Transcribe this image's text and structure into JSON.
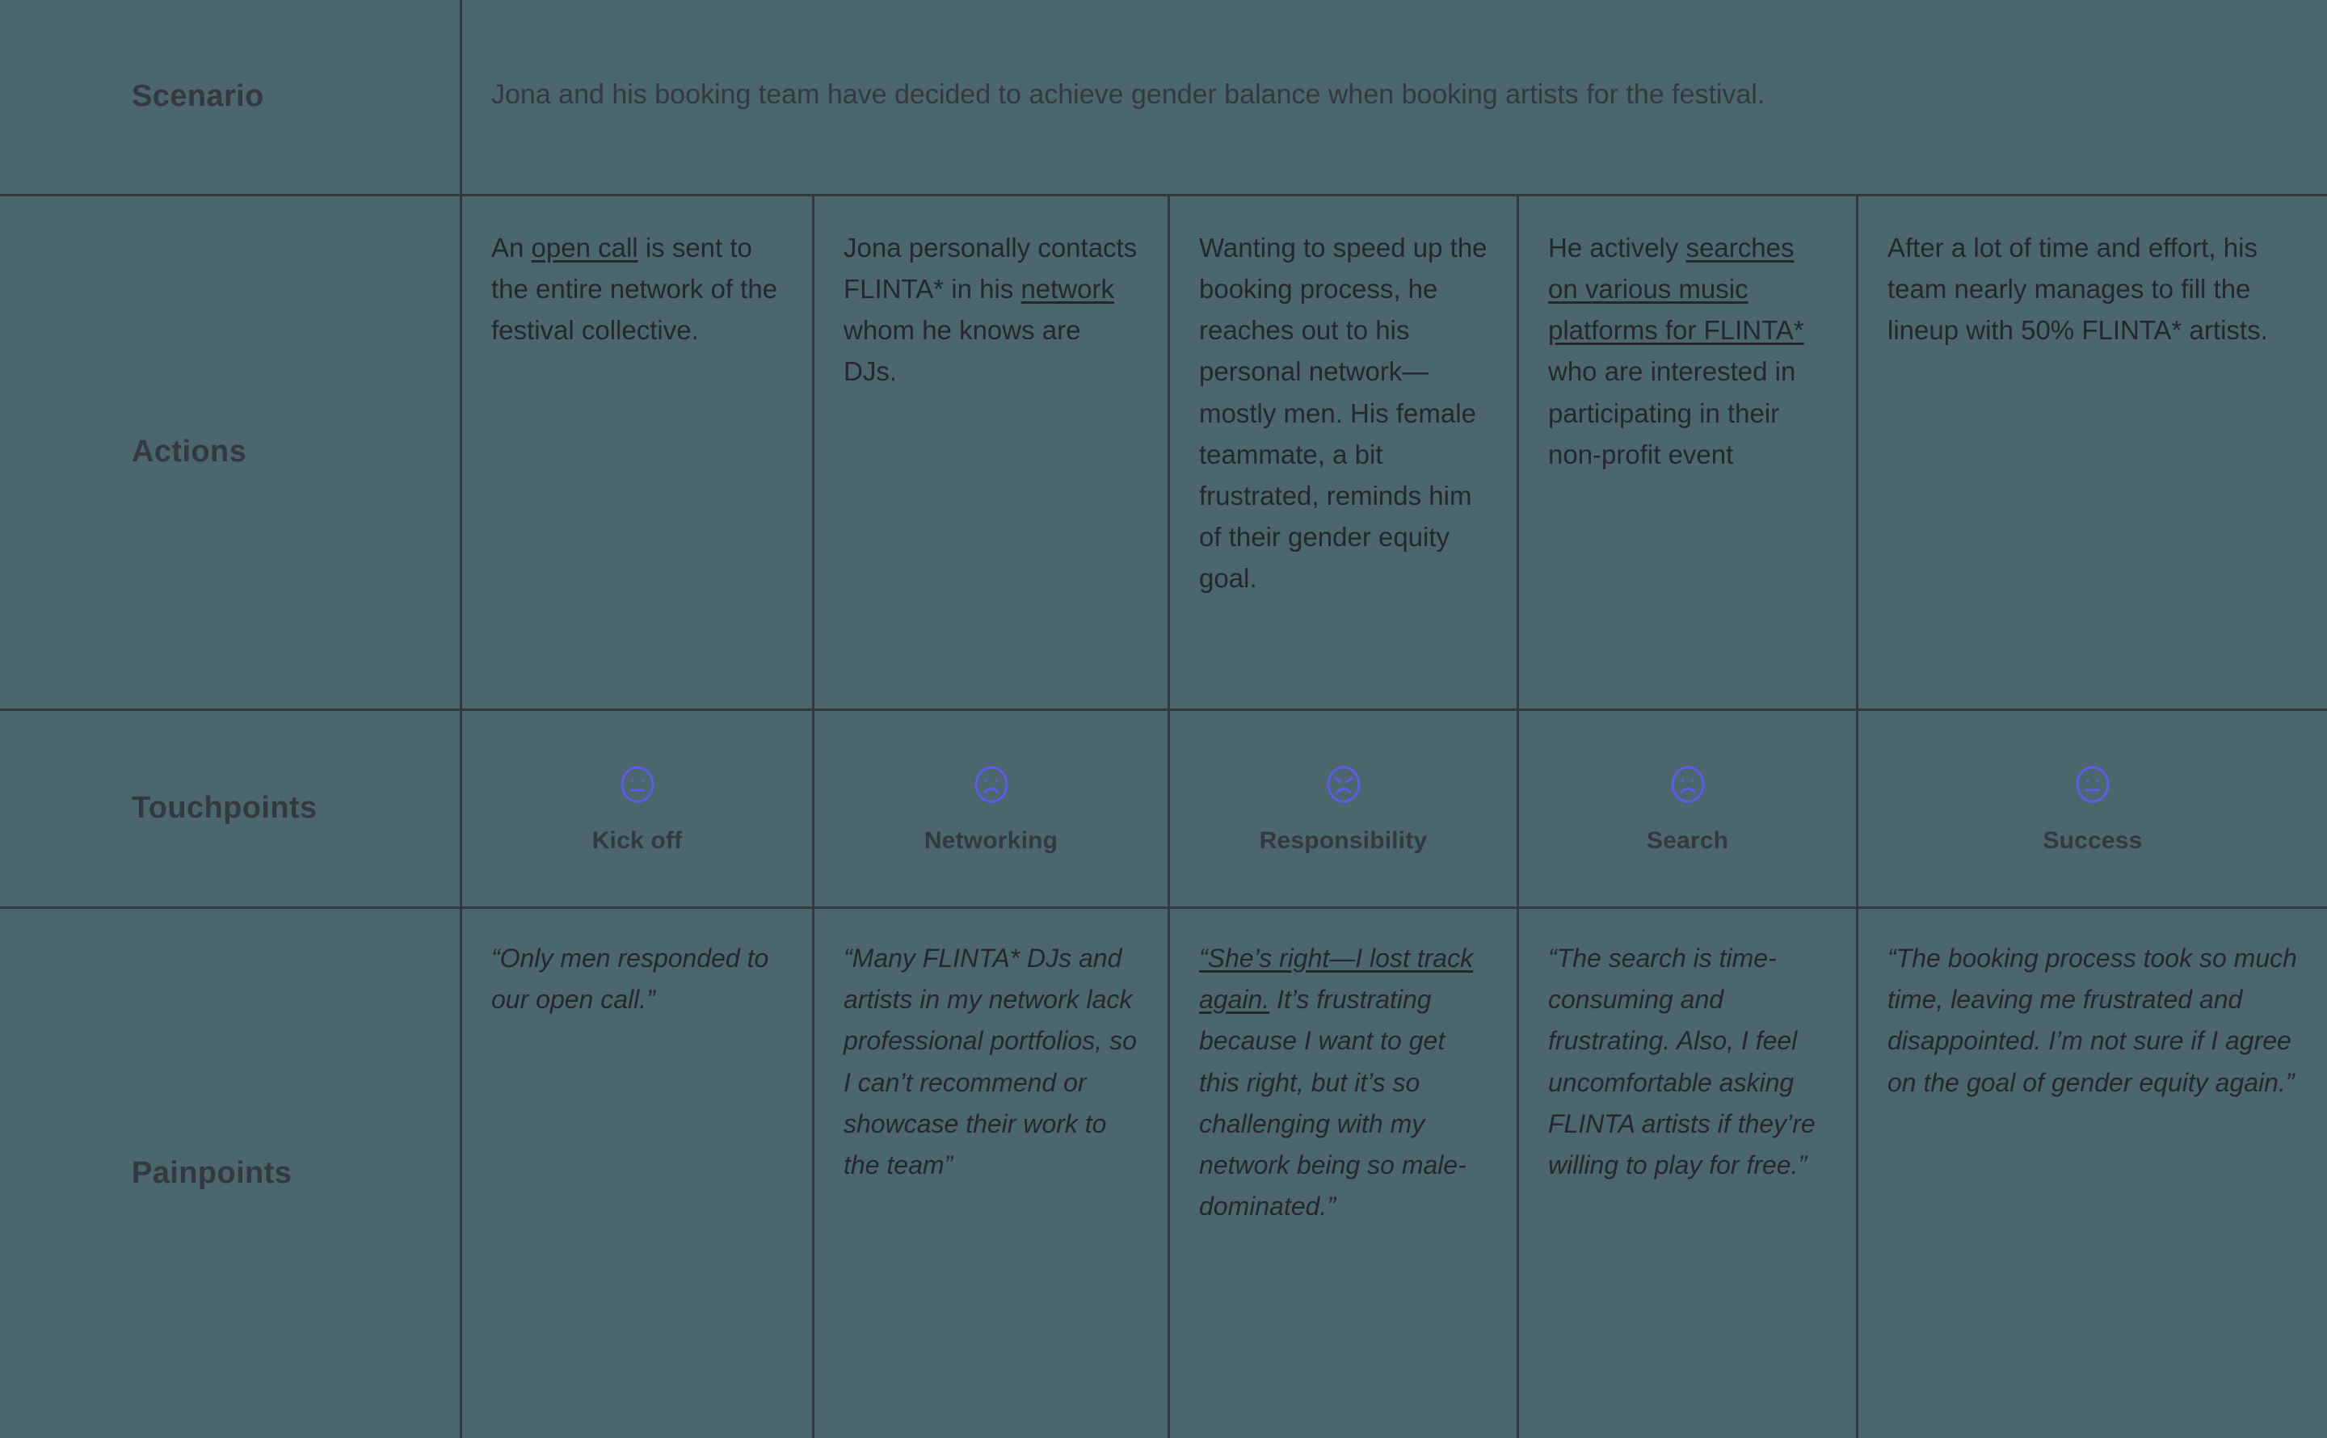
{
  "accent_color": "#5b5bf0",
  "background_color": "#4c666d",
  "border_color": "#323a40",
  "text_color": "#2e3338",
  "rows": {
    "scenario": {
      "label": "Scenario",
      "text": "Jona and his booking team have decided to achieve gender balance when booking artists for the festival."
    },
    "actions": {
      "label": "Actions",
      "cells": [
        {
          "pre": "An ",
          "underlined": "open call",
          "post": " is sent to the entire network of the festival collective.",
          "full": "An open call is sent to the entire network of the festival collective."
        },
        {
          "pre": "Jona personally contacts FLINTA* in his ",
          "underlined": "network",
          "post": " whom he knows are DJs.",
          "full": "Jona personally contacts FLINTA* in his network whom he knows are DJs."
        },
        {
          "pre": "Wanting to speed up the booking process, he reaches out to his personal network—mostly men. His female teammate, a bit frustrated, reminds him of their gender equity goal.",
          "underlined": "",
          "post": "",
          "full": "Wanting to speed up the booking process, he reaches out to his personal network—mostly men. His female teammate, a bit frustrated, reminds him of their gender equity goal."
        },
        {
          "pre": "He actively ",
          "underlined": "searches on various music platforms for FLINTA*",
          "post": " who are interested in participating in their non-profit event",
          "full": "He actively searches on various music platforms for FLINTA* who are interested in participating in their non-profit event"
        },
        {
          "pre": "After a lot of time and effort, his team nearly manages to fill the lineup with 50% FLINTA* artists.",
          "underlined": "",
          "post": "",
          "full": "After a lot of time and effort, his team nearly manages to fill the lineup with 50% FLINTA* artists."
        }
      ]
    },
    "touchpoints": {
      "label": "Touchpoints",
      "cells": [
        {
          "label": "Kick off",
          "icon": "neutral-face-icon",
          "mood": "neutral"
        },
        {
          "label": "Networking",
          "icon": "sad-face-icon",
          "mood": "sad"
        },
        {
          "label": "Responsibility",
          "icon": "angry-face-icon",
          "mood": "angry"
        },
        {
          "label": "Search",
          "icon": "sad-face-icon",
          "mood": "sad"
        },
        {
          "label": "Success",
          "icon": "neutral-face-icon",
          "mood": "neutral"
        }
      ]
    },
    "painpoints": {
      "label": "Painpoints",
      "cells": [
        {
          "pre": "“Only men responded to our open call.”",
          "underlined": "",
          "post": "",
          "full": "“Only men responded to our open call.”"
        },
        {
          "pre": "“Many FLINTA* DJs and artists in my network lack professional portfolios, so I can’t recommend or showcase their work to the team”",
          "underlined": "",
          "post": "",
          "full": "“Many FLINTA* DJs and artists in my network lack professional portfolios, so I can’t recommend or showcase their work to the team”"
        },
        {
          "pre": "",
          "underlined": "“She’s right—I lost track again.",
          "post": " It’s frustrating because I want to get this right, but it’s so challenging with my network being so male-dominated.”",
          "full": "“She’s right—I lost track again. It’s frustrating because I want to get this right, but it’s so challenging with my network being so male-dominated.”"
        },
        {
          "pre": "“The search is time-consuming and frustrating. Also, I feel uncomfortable asking FLINTA artists if they’re willing to play for free.”",
          "underlined": "",
          "post": "",
          "full": "“The search is time-consuming and frustrating. Also, I feel uncomfortable asking FLINTA artists if they’re willing to play for free.”"
        },
        {
          "pre": "“The booking process took so much time, leaving me frustrated and disappointed. I’m not sure if I agree on the goal of gender equity again.”",
          "underlined": "",
          "post": "",
          "full": "“The booking process took so much time, leaving me frustrated and disappointed. I’m not sure if I agree on the goal of gender equity again.”"
        }
      ]
    }
  }
}
